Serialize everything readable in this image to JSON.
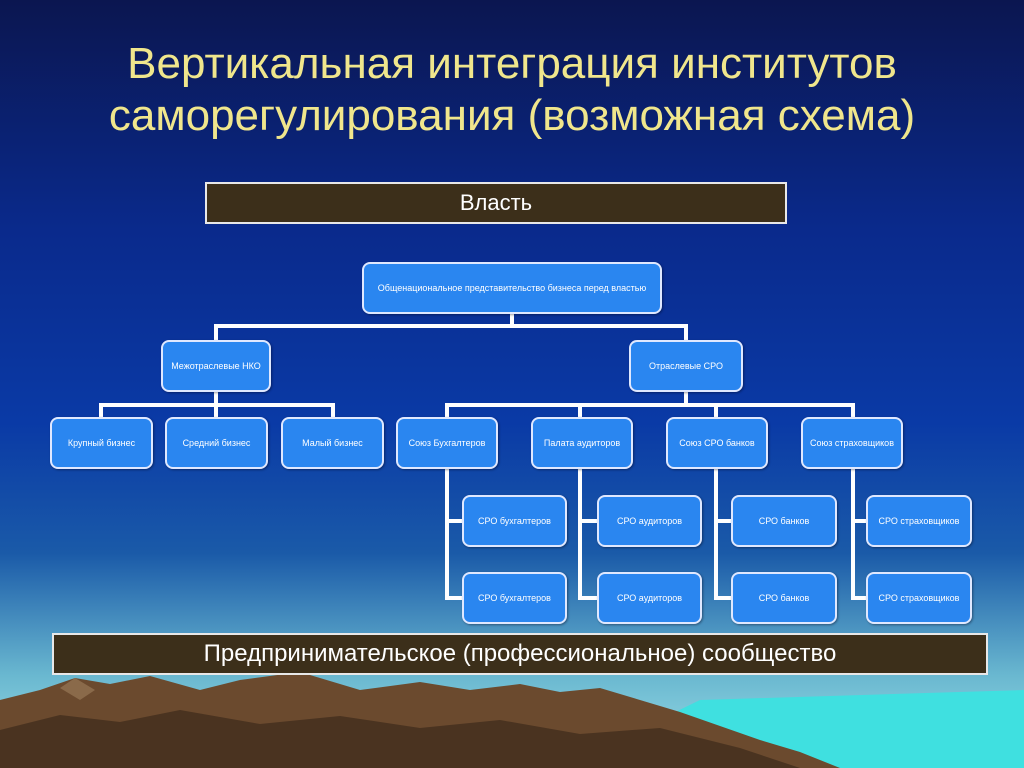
{
  "title": "Вертикальная интеграция институтов саморегулирования (возможная схема)",
  "top_bar": "Власть",
  "bottom_bar": "Предпринимательское (профессиональное) сообщество",
  "nodes": {
    "root": "Общенациональное представительство бизнеса перед властью",
    "intersectoral": "Межотраслевые НКО",
    "sectoral": "Отраслевые СРО",
    "large": "Крупный бизнес",
    "medium": "Средний бизнес",
    "small": "Малый бизнес",
    "union_accountants": "Союз Бухгалтеров",
    "chamber_auditors": "Палата аудиторов",
    "union_banks": "Союз СРО банков",
    "union_insurers": "Союз страховщиков",
    "sro_accountants_1": "СРО бухгалтеров",
    "sro_accountants_2": "СРО бухгалтеров",
    "sro_auditors_1": "СРО аудиторов",
    "sro_auditors_2": "СРО аудиторов",
    "sro_banks_1": "СРО банков",
    "sro_banks_2": "СРО банков",
    "sro_insurers_1": "СРО страховщиков",
    "sro_insurers_2": "СРО страховщиков"
  },
  "colors": {
    "title": "#f0e68c",
    "bar_fill": "#3c2f1a",
    "node_fill": "#2a86f0",
    "connector": "#ffffff"
  }
}
